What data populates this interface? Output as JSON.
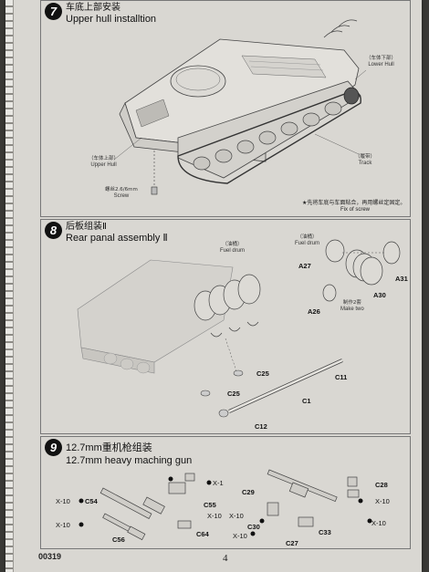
{
  "step7": {
    "number": "7",
    "title_cn": "车底上部安装",
    "title_en": "Upper hull installtion",
    "labels": {
      "lower_hull_cn": "（车体下部）",
      "lower_hull_en": "Lower Hull",
      "upper_hull_cn": "（车体上部）",
      "upper_hull_en": "Upper Hull",
      "track_cn": "（履带）",
      "track_en": "Track",
      "screw_cn": "螺丝2.6/6mm",
      "screw_en": "Screw"
    },
    "note_cn": "★先将车底与车面粘合，再用螺丝定固定。",
    "note_en": "Fix of screw"
  },
  "step8": {
    "number": "8",
    "title_cn": "后板组装Ⅱ",
    "title_en": "Rear panal assembly Ⅱ",
    "labels": {
      "fuel_drum_a_cn": "（油桶）",
      "fuel_drum_a_en": "Fuel drum",
      "fuel_drum_b_cn": "（油桶）",
      "fuel_drum_b_en": "Fuel drum",
      "make_two_cn": "制作2套",
      "make_two_en": "Make two"
    },
    "parts": [
      "A27",
      "A31",
      "A30",
      "A26",
      "C25",
      "C25",
      "C11",
      "C1",
      "C12"
    ]
  },
  "step9": {
    "number": "9",
    "title_cn": "12.7mm重机枪组装",
    "title_en": "12.7mm heavy maching gun",
    "parts": [
      "X-10",
      "C54",
      "X-1",
      "C55",
      "X-10",
      "X-10",
      "C56",
      "C64",
      "C29",
      "X-10",
      "C30",
      "X-10",
      "C27",
      "C33",
      "C28",
      "X-10",
      "X-10"
    ]
  },
  "footer": {
    "code": "00319",
    "page": "4"
  }
}
